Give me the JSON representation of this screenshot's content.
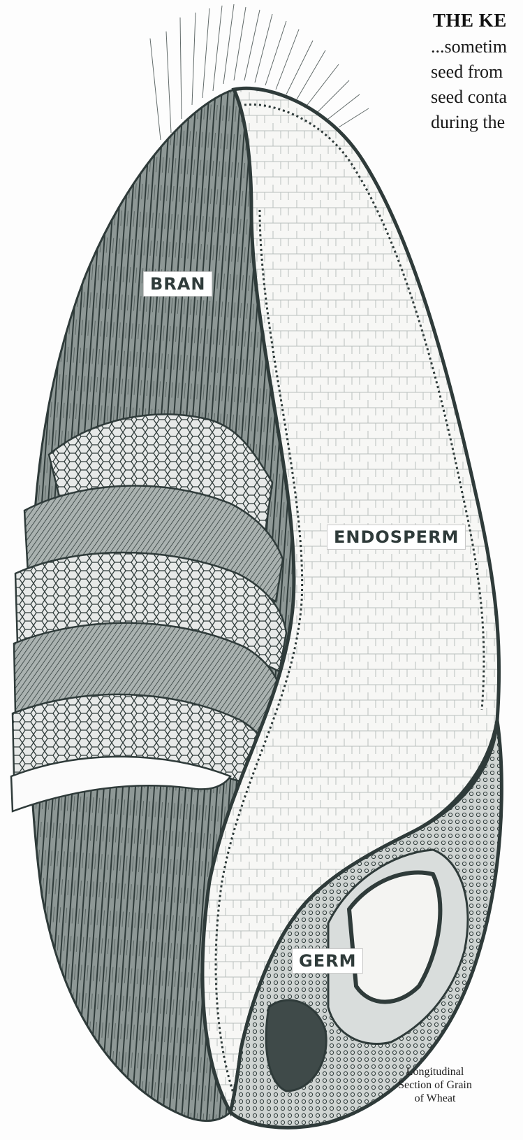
{
  "heading": "THE KE",
  "body_lines": [
    "...sometim",
    "seed from",
    "seed conta",
    "during the"
  ],
  "labels": {
    "bran": "BRAN",
    "endosperm": "ENDOSPERM",
    "germ": "GERM"
  },
  "caption": [
    "Longitudinal",
    "Section of Grain",
    "of Wheat"
  ],
  "colors": {
    "ink": "#2f3b3a",
    "bran_fill": "#8e9896",
    "endosperm_fill": "#f7f7f5",
    "background": "#fdfdfd"
  }
}
